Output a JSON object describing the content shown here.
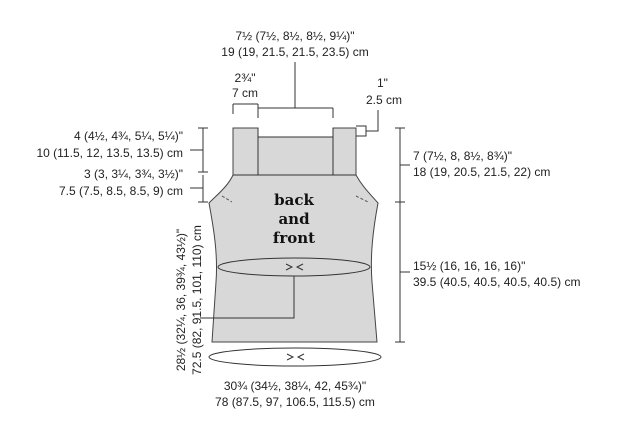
{
  "piece": {
    "label_line1": "back",
    "label_line2": "and",
    "label_line3": "front"
  },
  "dimensions": {
    "top_width_in": "7½ (7½, 8½, 8½, 9¼)\"",
    "top_width_cm": "19 (19, 21.5, 21.5, 23.5) cm",
    "strap_width_in": "2¾\"",
    "strap_width_cm": "7 cm",
    "edge_in": "1\"",
    "edge_cm": "2.5 cm",
    "strap_height_in": "4 (4½, 4¾, 5¼, 5¼)\"",
    "strap_height_cm": "10 (11.5, 12, 13.5, 13.5) cm",
    "armhole_in": "3 (3, 3¼, 3¾, 3½)\"",
    "armhole_cm": "7.5 (7.5, 8.5, 8.5, 9) cm",
    "upper_height_in": "7 (7½, 8, 8½, 8¾)\"",
    "upper_height_cm": "18 (19, 20.5, 21.5, 22) cm",
    "body_length_in": "15½ (16, 16, 16, 16)\"",
    "body_length_cm": "39.5 (40.5, 40.5, 40.5, 40.5) cm",
    "waist_in": "28½ (32¼, 36, 39¾, 43½)\"",
    "waist_cm": "72.5 (82, 91.5, 101, 110) cm",
    "hem_in": "30¾ (34½, 38¼, 42, 45¾)\"",
    "hem_cm": "78 (87.5, 97, 106.5, 115.5) cm"
  }
}
